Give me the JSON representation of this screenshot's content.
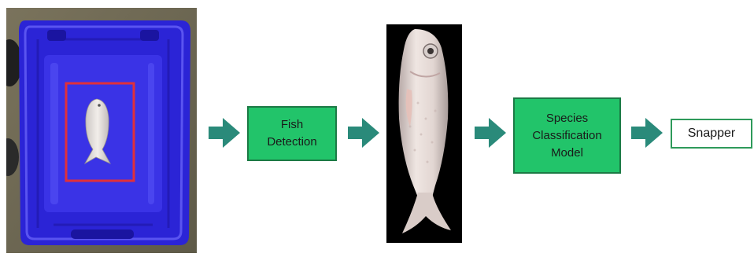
{
  "pipeline": {
    "step_detection": {
      "line1": "Fish",
      "line2": "Detection"
    },
    "step_classification": {
      "line1": "Species",
      "line2": "Classification",
      "line3": "Model"
    },
    "output": {
      "label": "Snapper"
    }
  },
  "colors": {
    "box_fill": "#22c46a",
    "box_border": "#1c7a45",
    "arrow": "#2a8a7a",
    "output_border": "#2e9a5a",
    "crate_blue": "#2b24d6",
    "detection_box": "#e0303a"
  },
  "icons": [
    "arrow-right-icon"
  ]
}
